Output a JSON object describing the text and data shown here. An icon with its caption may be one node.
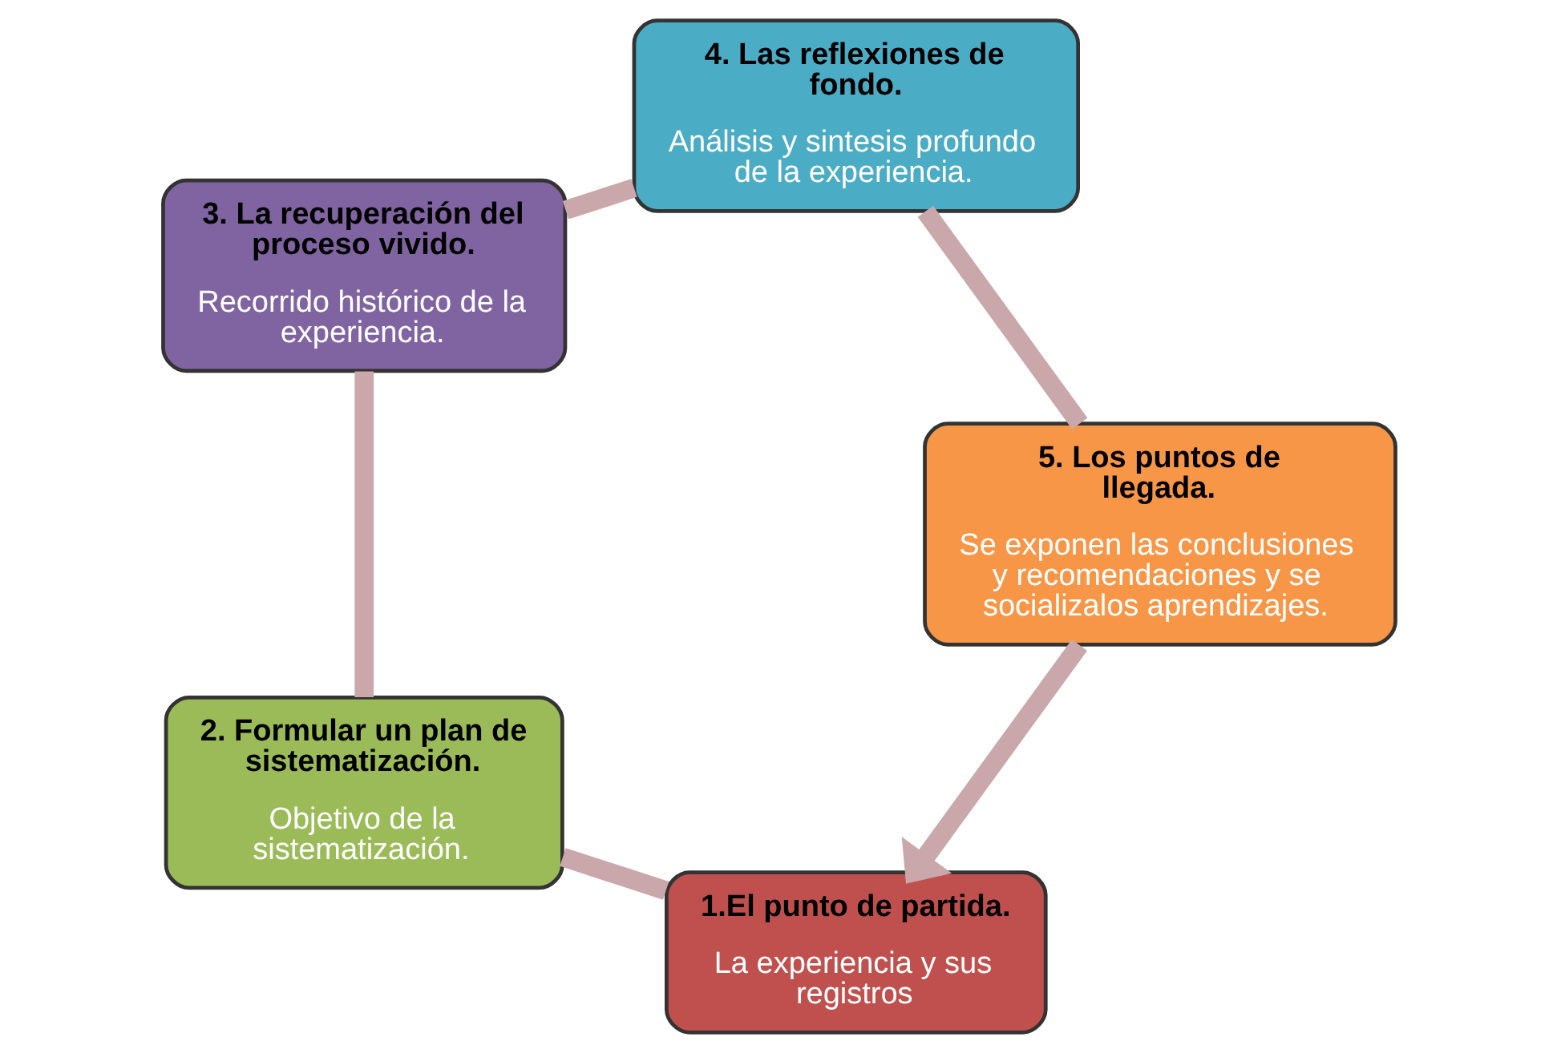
{
  "diagram": {
    "nodes": [
      {
        "text": [
          "1.El punto de partida.",
          "La experiencia y sus registros"
        ]
      },
      {
        "text": [
          "2. Formular un plan de sistematización.",
          "Objetivo de la sistematización."
        ]
      },
      {
        "text": [
          "3. La recuperación del proceso vivido.",
          "Recorrido histórico de la experiencia."
        ]
      },
      {
        "text": [
          "4. Las reflexiones de fondo.",
          "Análisis y sintesis profundo de la experiencia."
        ]
      },
      {
        "text": [
          "5. Los puntos de llegada.",
          "Se exponen las conclusiones y recomendaciones y se socializalos aprendizajes."
        ]
      }
    ],
    "edges": [
      {
        "from": 0,
        "to": 1,
        "arrow": "none"
      },
      {
        "from": 1,
        "to": 2,
        "arrow": "none"
      },
      {
        "from": 2,
        "to": 3,
        "arrow": "none"
      },
      {
        "from": 3,
        "to": 4,
        "arrow": "none"
      },
      {
        "from": 4,
        "to": 0,
        "arrow": "to"
      }
    ]
  }
}
